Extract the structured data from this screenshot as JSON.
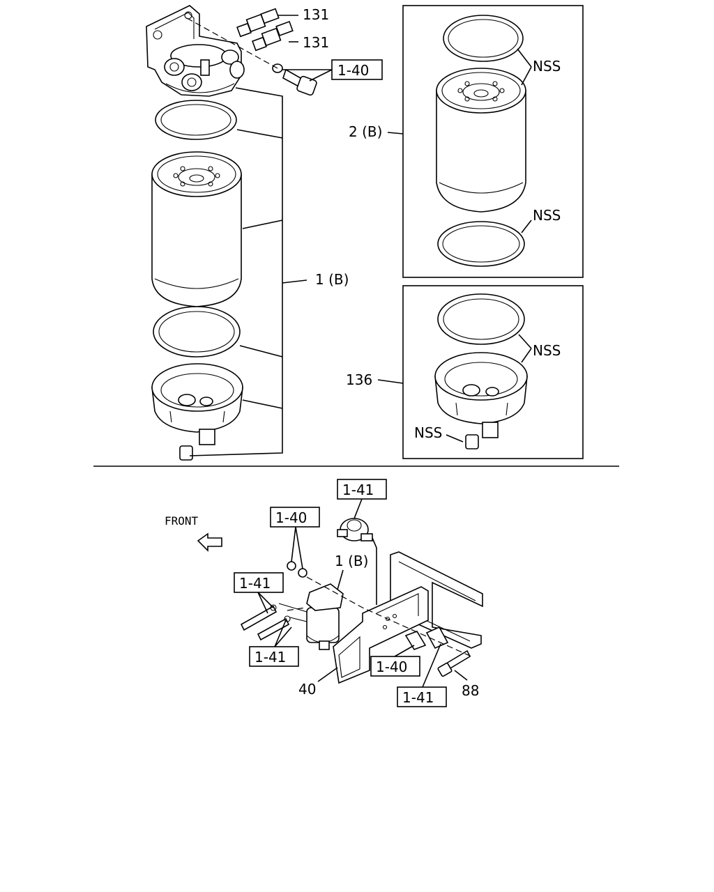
{
  "labels": {
    "fitting_upper": "131",
    "fitting_lower": "131",
    "bolt_ref_top": "1-40",
    "filter_assembly": "1 (B)",
    "element_kit": "2 (B)",
    "nss_element_upper": "NSS",
    "nss_element_lower": "NSS",
    "bowl_kit": "136",
    "nss_bowl_ring": "NSS",
    "nss_bowl_plug": "NSS",
    "pump_ref": "1-41",
    "front": "FRONT",
    "washer_ref": "1-40",
    "filter_small": "1 (B)",
    "hose_ref_upper": "1-41",
    "hose_ref_lower": "1-41",
    "bolt_ref_mid": "1-40",
    "bracket": "40",
    "bolt_ref_bottom": "1-41",
    "bolt_88": "88"
  }
}
